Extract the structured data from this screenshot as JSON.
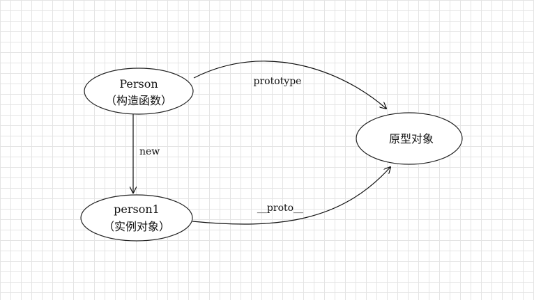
{
  "diagram": {
    "nodes": {
      "person": {
        "line1": "Person",
        "line2": "（构造函数）"
      },
      "person1": {
        "line1": "person1",
        "line2": "（实例对象）"
      },
      "prototype_object": {
        "label": "原型对象"
      }
    },
    "edges": {
      "prototype": {
        "label": "prototype"
      },
      "new": {
        "label": "new"
      },
      "proto": {
        "label": "__proto__"
      }
    }
  }
}
